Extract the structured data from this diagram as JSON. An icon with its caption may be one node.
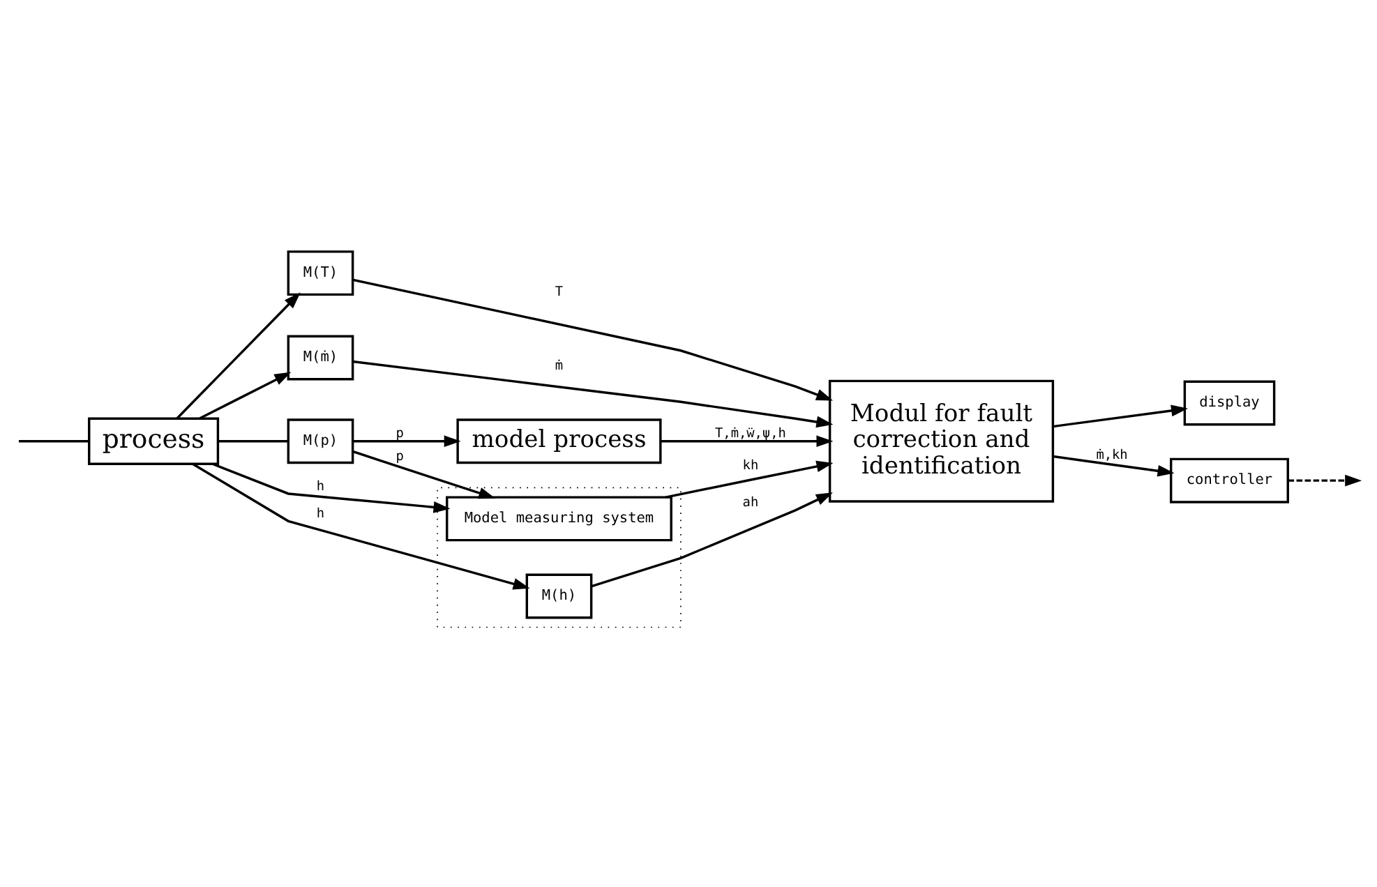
{
  "diagram": {
    "nodes": [
      {
        "text": [
          "process"
        ]
      },
      {
        "text": [
          "M(T)"
        ]
      },
      {
        "text": [
          "M(ṁ)"
        ]
      },
      {
        "text": [
          "M(p)"
        ]
      },
      {
        "text": [],
        "shape": "box"
      },
      {
        "text": [
          "M(h)"
        ],
        "in": 4
      },
      {
        "text": [
          "Model measuring system"
        ],
        "in": 4
      },
      {
        "text": [
          "Modul for fault correction and identification"
        ]
      },
      {
        "text": [
          "display"
        ]
      },
      {
        "text": [
          "controller"
        ]
      },
      {
        "text": [
          "model process"
        ]
      }
    ],
    "edges": [
      {
        "from": null,
        "to": 0,
        "arrow": "none"
      },
      {
        "from": 0,
        "to": 1,
        "arrow": "to"
      },
      {
        "from": 0,
        "to": 2,
        "arrow": "to"
      },
      {
        "from": 0,
        "to": 3,
        "arrow": "none"
      },
      {
        "from": 0,
        "to": 5,
        "arrow": "to",
        "label": "h"
      },
      {
        "from": 0,
        "to": 6,
        "arrow": "to",
        "label": "h"
      },
      {
        "from": 3,
        "to": 6,
        "arrow": "to",
        "label": "p"
      },
      {
        "from": 3,
        "to": 10,
        "arrow": "to",
        "label": "p"
      },
      {
        "from": 1,
        "to": 7,
        "arrow": "to",
        "label": "T"
      },
      {
        "from": 2,
        "to": 7,
        "arrow": "to",
        "label": "ṁ"
      },
      {
        "from": 5,
        "to": 7,
        "arrow": "to",
        "label": "ah"
      },
      {
        "from": 6,
        "to": 7,
        "arrow": "to",
        "label": "kh"
      },
      {
        "from": 10,
        "to": 7,
        "arrow": "to",
        "label": "T,ṁ,ẅ,ψ,h"
      },
      {
        "from": 7,
        "to": 8,
        "arrow": "to"
      },
      {
        "from": 7,
        "to": 9,
        "arrow": "to",
        "label": "ṁ,kh"
      },
      {
        "from": 9,
        "to": null,
        "arrow": "to",
        "style": "dashed"
      }
    ]
  }
}
